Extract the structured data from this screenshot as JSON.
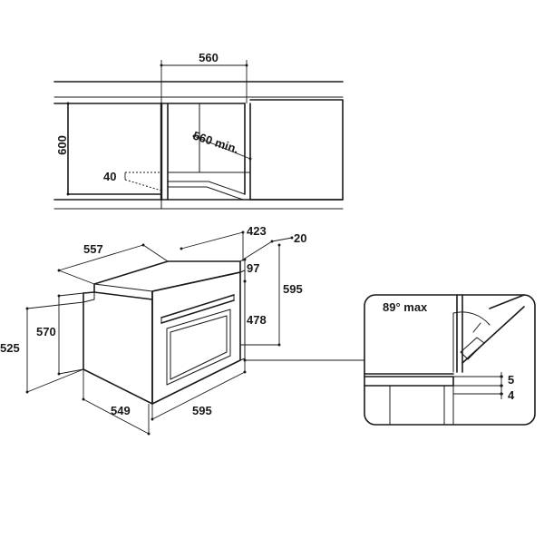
{
  "cabinet": {
    "dims": {
      "width": "560",
      "height": "600",
      "depth": "560 min.",
      "vent": "40"
    }
  },
  "oven": {
    "dims": {
      "overall_depth": "557",
      "body_depth": "423",
      "door_gap": "20",
      "panel_height": "97",
      "total_height": "595",
      "door_height": "478",
      "body_height": "570",
      "cutout_height": "525",
      "body_width": "549",
      "front_width": "595"
    }
  },
  "detail": {
    "angle": "89° max",
    "gap_top": "5",
    "gap_bottom": "4"
  }
}
